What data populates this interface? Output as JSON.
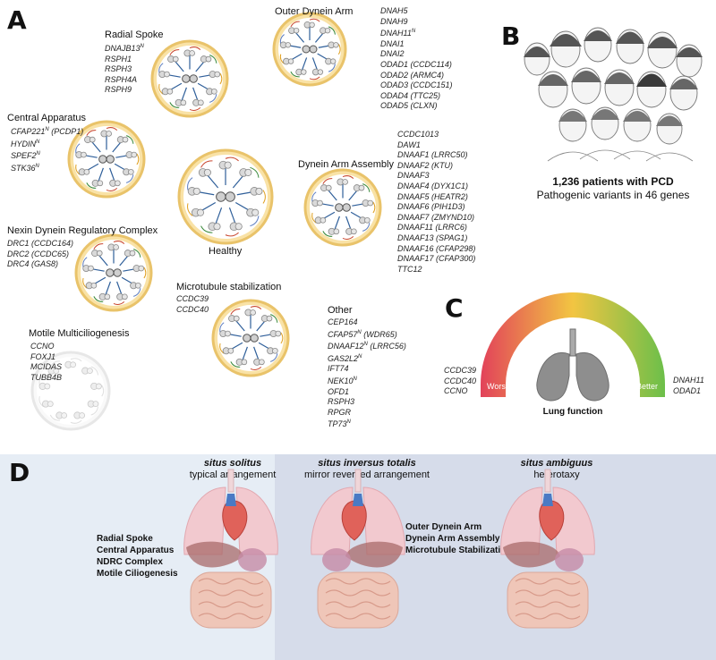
{
  "panels": {
    "A": "A",
    "B": "B",
    "C": "C",
    "D": "D"
  },
  "panel_a": {
    "healthy_label": "Healthy",
    "groups": [
      {
        "id": "radial-spoke",
        "title": "Radial Spoke",
        "genes": [
          "DNAJB13^N",
          "RSPH1",
          "RSPH3",
          "RSPH4A",
          "RSPH9"
        ]
      },
      {
        "id": "outer-dynein-arm",
        "title": "Outer Dynein Arm",
        "genes": [
          "DNAH5",
          "DNAH9",
          "DNAH11^N",
          "DNAI1",
          "DNAI2",
          "ODAD1 (CCDC114)",
          "ODAD2 (ARMC4)",
          "ODAD3 (CCDC151)",
          "ODAD4 (TTC25)",
          "ODAD5 (CLXN)"
        ]
      },
      {
        "id": "central-apparatus",
        "title": "Central Apparatus",
        "genes": [
          "CFAP221^N (PCDP1)",
          "HYDIN^N",
          "SPEF2^N",
          "STK36^N"
        ]
      },
      {
        "id": "dynein-arm-assembly",
        "title": "Dynein Arm Assembly",
        "genes": [
          "CCDC1013",
          "DAW1",
          "DNAAF1 (LRRC50)",
          "DNAAF2 (KTU)",
          "DNAAF3",
          "DNAAF4 (DYX1C1)",
          "DNAAF5 (HEATR2)",
          "DNAAF6 (PIH1D3)",
          "DNAAF7 (ZMYND10)",
          "DNAAF11 (LRRC6)",
          "DNAAF13 (SPAG1)",
          "DNAAF16 (CFAP298)",
          "DNAAF17 (CFAP300)",
          "TTC12"
        ]
      },
      {
        "id": "nexin-dynein",
        "title": "Nexin Dynein Regulatory Complex",
        "genes": [
          "DRC1 (CCDC164)",
          "DRC2 (CCDC65)",
          "DRC4 (GAS8)"
        ]
      },
      {
        "id": "microtubule-stabilization",
        "title": "Microtubule stabilization",
        "genes": [
          "CCDC39",
          "CCDC40"
        ]
      },
      {
        "id": "motile-multiciliogenesis",
        "title": "Motile Multiciliogenesis",
        "genes": [
          "CCNO",
          "FOXJ1",
          "MCIDAS",
          "TUBB4B"
        ]
      },
      {
        "id": "other",
        "title": "Other",
        "genes": [
          "CEP164",
          "CFAP57^N (WDR65)",
          "DNAAF12^N (LRRC56)",
          "GAS2L2^N",
          "IFT74",
          "NEK10^N",
          "OFD1",
          "RSPH3",
          "RPGR",
          "TP73^N"
        ]
      }
    ]
  },
  "panel_b": {
    "patients": "1,236 patients with PCD",
    "variants": "Pathogenic variants in 46 genes"
  },
  "panel_c": {
    "worse": "Worse",
    "better": "Better",
    "caption": "Lung function",
    "left_genes": [
      "CCDC39",
      "CCDC40",
      "CCNO"
    ],
    "right_genes": [
      "DNAH11",
      "ODAD1"
    ],
    "colors": {
      "worse": "#e2425a",
      "mid": "#f2c542",
      "better": "#6cbf4a"
    }
  },
  "panel_d": {
    "columns": [
      {
        "italic": "situs solitus",
        "sub": "typical arrangement"
      },
      {
        "italic": "situs inversus totalis",
        "sub": "mirror reversed arrangement"
      },
      {
        "italic": "situs ambiguus",
        "sub": "heterotaxy"
      }
    ],
    "left_list": [
      "Radial Spoke",
      "Central Apparatus",
      "NDRC Complex",
      "Motile Ciliogenesis"
    ],
    "right_list": [
      "Outer Dynein Arm",
      "Dynein Arm Assembly",
      "Microtubule Stabilization"
    ],
    "colors": {
      "left_bg": "#e6edf5",
      "right_bg": "#d6dcea"
    }
  }
}
